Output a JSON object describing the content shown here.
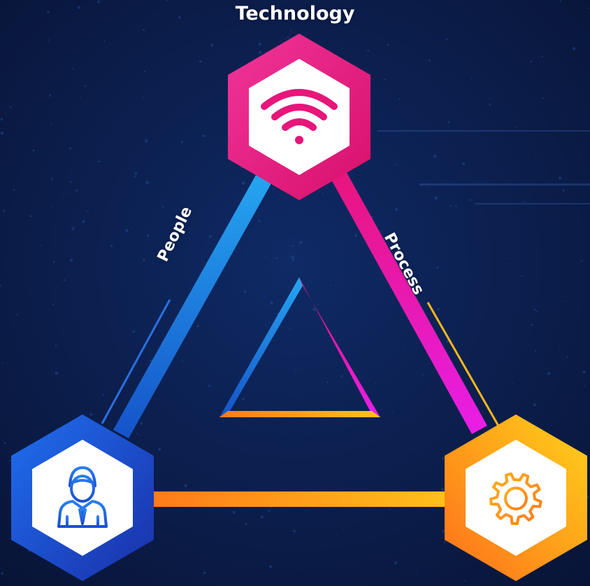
{
  "labels": {
    "top": "Technology",
    "left_edge": "People",
    "right_edge": "Process"
  },
  "nodes": [
    {
      "id": "technology",
      "icon": "wifi-icon",
      "color": "#e8157a"
    },
    {
      "id": "people",
      "icon": "person-icon",
      "color": "#1f5fd6"
    },
    {
      "id": "process",
      "icon": "gear-icon",
      "color": "#ffa516"
    }
  ],
  "colors": {
    "background": "#0b1a44",
    "blue": "#1f8fe8",
    "pink": "#e8157a",
    "magenta": "#e81ee8",
    "orange": "#ff7a1a",
    "yellow": "#ffc21a"
  }
}
